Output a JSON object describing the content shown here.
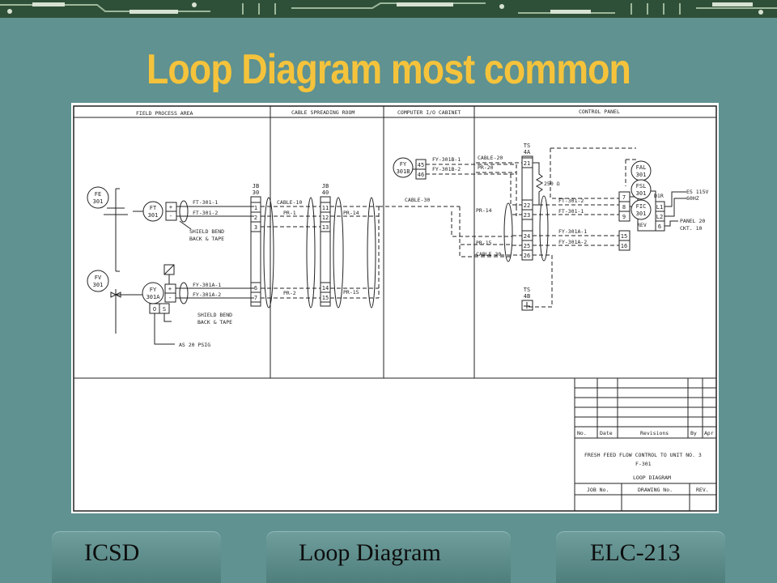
{
  "slide": {
    "title": "Loop Diagram most common"
  },
  "diagram": {
    "sections": [
      "FIELD PROCESS AREA",
      "CABLE SPREADING ROOM",
      "COMPUTER I/O CABINET",
      "CONTROL PANEL"
    ],
    "instruments": {
      "fe": [
        "FE",
        "301"
      ],
      "ft": [
        "FT",
        "301"
      ],
      "fv": [
        "FV",
        "301"
      ],
      "fy": [
        "FY",
        "301A"
      ],
      "fy_b": [
        "FY",
        "301B"
      ],
      "fal": [
        "FAL",
        "301"
      ],
      "fsl": [
        "FSL",
        "301"
      ],
      "fic": [
        "FIC",
        "301"
      ]
    },
    "terminal_blocks": {
      "jb30": [
        "JB",
        "30"
      ],
      "jb40": [
        "JB",
        "40"
      ],
      "ts4a": [
        "TS",
        "4A"
      ],
      "ts4b": [
        "TS",
        "4B"
      ]
    },
    "terminals": {
      "jb30": [
        "1",
        "2",
        "3",
        "6",
        "7"
      ],
      "jb40": [
        "11",
        "12",
        "13",
        "14",
        "15"
      ],
      "ts4a": [
        "21",
        "22",
        "23",
        "24",
        "25",
        "26"
      ],
      "fyb": [
        "45",
        "46"
      ],
      "panel_left": [
        "7",
        "8",
        "9",
        "15",
        "16"
      ],
      "panel_right": [
        "L1",
        "L2",
        "6"
      ],
      "ft_pol": [
        "+",
        "-"
      ],
      "fy_pol": [
        "+",
        "-"
      ],
      "os": [
        "O",
        "S"
      ]
    },
    "wire_labels": {
      "ft1": "FT-301-1",
      "ft2": "FT-301-2",
      "fy1": "FY-301A-1",
      "fy2": "FY-301A-2",
      "fyb1": "FY-301B-1",
      "fyb2": "FY-301B-2",
      "ft1_panel": "FT-301-2",
      "ft2_panel": "FT-301-1",
      "fya1_panel": "FY-301A-1",
      "fya2_panel": "FY-301A-2"
    },
    "cable_labels": {
      "cable10": "CABLE-10",
      "cable30": "CABLE-30",
      "cable30b": "CABLE 30",
      "cable20": "CABLE-20",
      "pr1": "PR-1",
      "pr2": "PR-2",
      "pr14": "PR-14",
      "pr15": "PR-15",
      "pr14b": "PR-14",
      "pr15b": "PR-15",
      "pr20": "PR-20"
    },
    "notes": {
      "shield1": [
        "SHIELD BEND",
        "BACK & TAPE"
      ],
      "shield2": [
        "SHIELD BEND",
        "BACK & TAPE"
      ],
      "as": "AS 20 PSIG",
      "resistor": "250 Ω",
      "es": [
        "ES 115V",
        "60HZ"
      ],
      "panel": [
        "PANEL 20",
        "CKT. 10"
      ],
      "d1r": "D1R",
      "rev": "REV"
    },
    "title_block": {
      "headers": [
        "No.",
        "Date",
        "Revisions",
        "By",
        "Apr"
      ],
      "title_line": "FRESH FEED FLOW CONTROL TO UNIT NO. 3",
      "tag": "F-301",
      "doc": "LOOP DIAGRAM",
      "job": "JOB No.",
      "drawing": "DRAWING No.",
      "rev": "REV."
    }
  },
  "footer": {
    "left": "ICSD",
    "center": "Loop Diagram",
    "right": "ELC-213"
  }
}
